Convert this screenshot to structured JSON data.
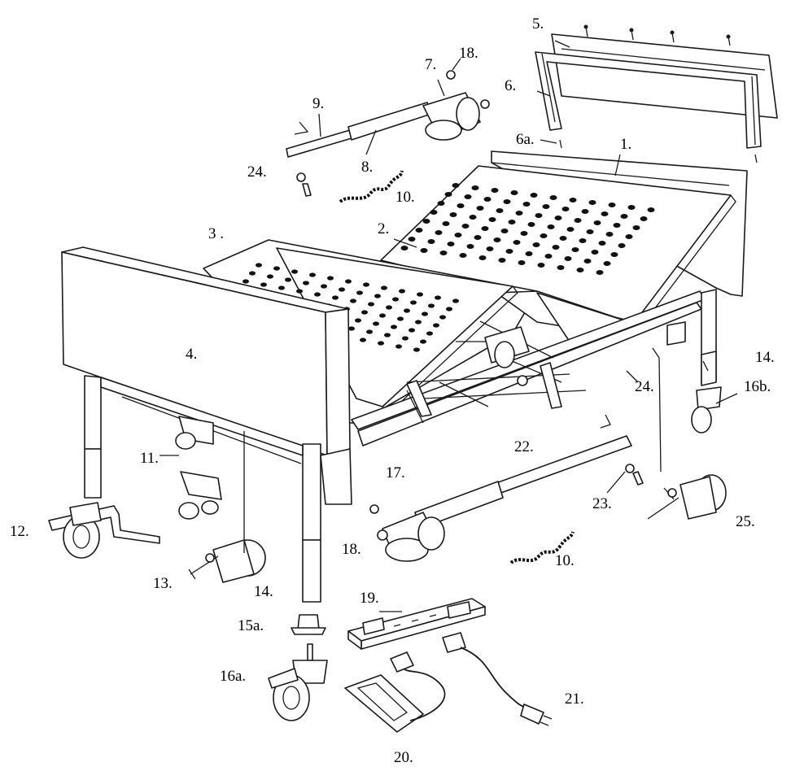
{
  "labels": {
    "l1": "1.",
    "l2": "2.",
    "l3": "3 .",
    "l4": "4.",
    "l5": "5.",
    "l6": "6.",
    "l6a": "6a.",
    "l7": "7.",
    "l8": "8.",
    "l9": "9.",
    "l10a": "10.",
    "l10b": "10.",
    "l11": "11.",
    "l12": "12.",
    "l13": "13.",
    "l14a": "14.",
    "l14b": "14.",
    "l15a": "15a.",
    "l16a": "16a.",
    "l16b": "16b.",
    "l17": "17.",
    "l18a": "18.",
    "l18b": "18.",
    "l19": "19.",
    "l20": "20.",
    "l21": "21.",
    "l22": "22.",
    "l23": "23.",
    "l24a": "24.",
    "l24b": "24.",
    "l25": "25."
  }
}
